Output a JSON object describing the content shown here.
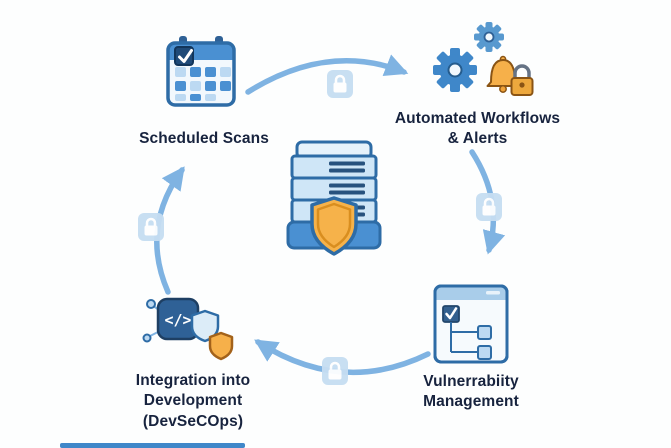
{
  "diagram": {
    "flow": "clockwise",
    "nodes": [
      {
        "id": "scheduled-scans",
        "label": "Scheduled Scans",
        "icon": "calendar-icon"
      },
      {
        "id": "automated-workflows-alerts",
        "label": "Automated Workflows\n& Alerts",
        "icon": "gears-bell-lock-icon"
      },
      {
        "id": "vulnerability-management",
        "label": "Vulnerrabiity\nManagement",
        "icon": "checklist-flow-icon"
      },
      {
        "id": "devsecops-integration",
        "label": "Integration into\nDevelopment\n(DevSeCOps)",
        "icon": "code-shields-icon"
      }
    ],
    "center_icon": "server-with-shield-icon",
    "connector_badge": "lock-icon",
    "icons": {
      "code_glyph": "</>"
    },
    "colors": {
      "arrow": "#7fb3e2",
      "outline_blue": "#2e6ca6",
      "fill_blue": "#4a90d2",
      "fill_light_blue": "#bcd9f2",
      "accent_orange": "#f6b04a",
      "dark_navy": "#1f4a78",
      "text": "#17233e",
      "lock_badge": "#c6def2",
      "background": "#fdfefe"
    }
  }
}
